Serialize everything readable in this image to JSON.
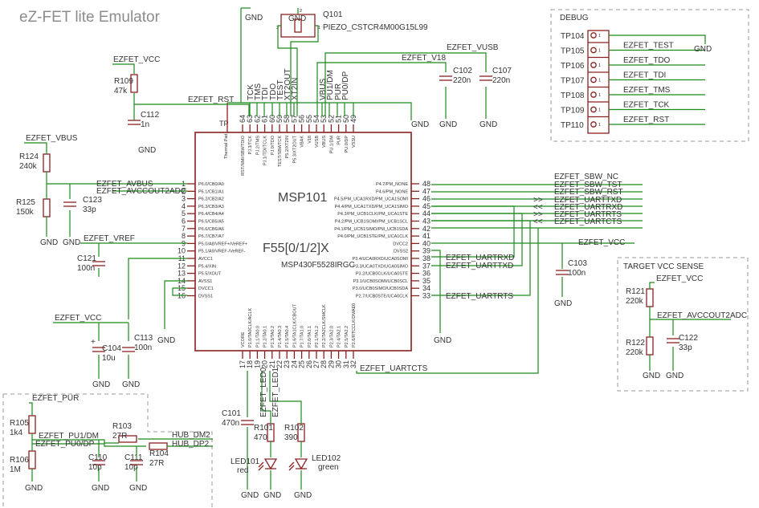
{
  "title": "eZ-FET lite Emulator",
  "colors": {
    "wire": "#1a8a1a",
    "component": "#8a2020",
    "text": "#333333",
    "frame": "#999999"
  },
  "mcu": {
    "name": "MSP101",
    "family": "F55[0/1/2]X",
    "part": "MSP430F5528IRGC",
    "thermal_pad": "TP",
    "thermal_pad_label": "Thermal Pad",
    "top_pins": [
      {
        "num": "64",
        "fn": "RST/NMI/SBWTDIO"
      },
      {
        "num": "63",
        "fn": "PJ.3/TCK"
      },
      {
        "num": "62",
        "fn": "PJ.2/TMS"
      },
      {
        "num": "61",
        "fn": "PJ.1/TDI/TCLK"
      },
      {
        "num": "60",
        "fn": "PJ.0/TDO"
      },
      {
        "num": "59",
        "fn": "TEST/SBWTCK"
      },
      {
        "num": "58",
        "fn": "P5.2/XT2IN"
      },
      {
        "num": "57",
        "fn": "P5.3/XT2OUT"
      },
      {
        "num": "56",
        "fn": "VBAK"
      },
      {
        "num": "55",
        "fn": "V18"
      },
      {
        "num": "54",
        "fn": "VUSB"
      },
      {
        "num": "53",
        "fn": "VBUS"
      },
      {
        "num": "52",
        "fn": "PU.1/DM"
      },
      {
        "num": "51",
        "fn": "PUR"
      },
      {
        "num": "50",
        "fn": "PU.0/DP"
      },
      {
        "num": "49",
        "fn": "VSSU"
      }
    ],
    "left_pins": [
      {
        "num": "1",
        "fn": "P6.0/CB0/A0"
      },
      {
        "num": "2",
        "fn": "P6.1/CB1/A1"
      },
      {
        "num": "3",
        "fn": "P6.2/CB2/A2"
      },
      {
        "num": "4",
        "fn": "P6.3/CB3/A3"
      },
      {
        "num": "5",
        "fn": "P6.4/CB4/A4"
      },
      {
        "num": "6",
        "fn": "P6.5/CB5/A5"
      },
      {
        "num": "7",
        "fn": "P6.6/CB6/A6"
      },
      {
        "num": "8",
        "fn": "P6.7/CB7/A7"
      },
      {
        "num": "9",
        "fn": "P5.0/A8/VREF+/VeREF+"
      },
      {
        "num": "10",
        "fn": "P5.1/A9/VREF-/VeREF-"
      },
      {
        "num": "11",
        "fn": "AVCC1"
      },
      {
        "num": "12",
        "fn": "P5.4/XIN"
      },
      {
        "num": "13",
        "fn": "P5.5/XOUT"
      },
      {
        "num": "14",
        "fn": "AVSS1"
      },
      {
        "num": "15",
        "fn": "DVCC1"
      },
      {
        "num": "16",
        "fn": "DVSS1"
      }
    ],
    "right_pins": [
      {
        "num": "48",
        "fn": "P4.7/PM_NONE"
      },
      {
        "num": "47",
        "fn": "P4.6/PM_NONE"
      },
      {
        "num": "46",
        "fn": "P4.5/PM_UCA1RXD/PM_UCA1SOMI"
      },
      {
        "num": "45",
        "fn": "P4.4/PM_UCA1TXD/PM_UCA1SIMO"
      },
      {
        "num": "44",
        "fn": "P4.3/PM_UCB1CLK/PM_UCA1STE"
      },
      {
        "num": "43",
        "fn": "P4.2/PM_UCB1SOMI/PM_UCB1SCL"
      },
      {
        "num": "42",
        "fn": "P4.1/PM_UCB1SIMO/PM_UCB1SDA"
      },
      {
        "num": "41",
        "fn": "P4.0/PM_UCB1STE/PM_UCA1CLK"
      },
      {
        "num": "40",
        "fn": "DVCC2"
      },
      {
        "num": "39",
        "fn": "DVSS2"
      },
      {
        "num": "38",
        "fn": "P3.4/UCA0RXD/UCA0SOMI"
      },
      {
        "num": "37",
        "fn": "P3.3/UCA0TXD/UCA0SIMO"
      },
      {
        "num": "36",
        "fn": "P3.2/UCB0CLK/UCA0STE"
      },
      {
        "num": "35",
        "fn": "P3.1/UCB0SOMI/UCB0SCL"
      },
      {
        "num": "34",
        "fn": "P3.0/UCB0SIMO/UCB0SDA"
      },
      {
        "num": "33",
        "fn": "P2.7/UCB0STE/UCA0CLK"
      }
    ],
    "bottom_pins": [
      {
        "num": "17",
        "fn": "VCORE"
      },
      {
        "num": "18",
        "fn": "P1.0/TA0CLK/ACLK"
      },
      {
        "num": "19",
        "fn": "P1.1/TA0.0"
      },
      {
        "num": "20",
        "fn": "P1.2/TA0.1"
      },
      {
        "num": "21",
        "fn": "P1.3/TA0.2"
      },
      {
        "num": "22",
        "fn": "P1.4/TA0.3"
      },
      {
        "num": "23",
        "fn": "P1.5/TA0.4"
      },
      {
        "num": "24",
        "fn": "P1.6/TA1CLK/CBOUT"
      },
      {
        "num": "25",
        "fn": "P1.7/TA1.0"
      },
      {
        "num": "26",
        "fn": "P2.0/TA1.1"
      },
      {
        "num": "27",
        "fn": "P2.1/TA1.2"
      },
      {
        "num": "28",
        "fn": "P2.2/TA2CLK/SMCLK"
      },
      {
        "num": "29",
        "fn": "P2.3/TA2.0"
      },
      {
        "num": "30",
        "fn": "P2.4/TA2.1"
      },
      {
        "num": "31",
        "fn": "P2.5/TA2.2"
      },
      {
        "num": "32",
        "fn": "P2.6/RTCCLK/DMAE0"
      }
    ]
  },
  "top_nets": [
    "TCK",
    "TMS",
    "TDI",
    "TDO",
    "TEST",
    "XT2OUT",
    "XT2IN",
    "VBUS",
    "PU1/DM",
    "PUR",
    "PU0/DP"
  ],
  "crystal": {
    "ref": "Q101",
    "part": "PIEZO_CSTCR4M00G15L99",
    "pin1": "1",
    "pin2": "2",
    "pin3": "3"
  },
  "nets": {
    "vcc": "EZFET_VCC",
    "vbus": "EZFET_VBUS",
    "rst": "EZFET_RST",
    "vusb": "EZFET_VUSB",
    "v18": "EZFET_V18",
    "avbus": "EZFET_AVBUS",
    "avccout": "EZFET_AVCCOUT2ADC",
    "vref": "EZFET_VREF",
    "test": "EZFET_TEST",
    "tdo": "EZFET_TDO",
    "tdi": "EZFET_TDI",
    "tms": "EZFET_TMS",
    "tck": "EZFET_TCK",
    "sbw_nc": "EZFET_SBW_NC",
    "sbw_tst": "EZFET_SBW_TST",
    "sbw_rst": "EZFET_SBW_RST",
    "uarttxd": "EZFET_UARTTXD",
    "uartrxd": "EZFET_UARTRXD",
    "uartrts": "EZFET_UARTRTS",
    "uartcts": "EZFET_UARTCTS",
    "led0": "EZFET_LED0",
    "led1": "EZFET_LED1",
    "pur": "EZFET_PUR",
    "pu1dm": "EZFET_PU1/DM",
    "pu0dp": "EZFET_PU0/DP",
    "hub_dm2": "HUB_DM2",
    "hub_dp2": "HUB_DP2",
    "gnd": "GND"
  },
  "arrows": {
    "out": ">>",
    "in": "<<"
  },
  "debug": {
    "title": "DEBUG",
    "rows": [
      {
        "tp": "TP104",
        "pin": "1",
        "net": ""
      },
      {
        "tp": "TP105",
        "pin": "1",
        "net": "EZFET_TEST"
      },
      {
        "tp": "TP106",
        "pin": "1",
        "net": "EZFET_TDO"
      },
      {
        "tp": "TP107",
        "pin": "1",
        "net": "EZFET_TDI"
      },
      {
        "tp": "TP108",
        "pin": "1",
        "net": "EZFET_TMS"
      },
      {
        "tp": "TP109",
        "pin": "1",
        "net": "EZFET_TCK"
      },
      {
        "tp": "TP110",
        "pin": "1",
        "net": "EZFET_RST"
      }
    ]
  },
  "target_sense": {
    "title": "TARGET VCC SENSE"
  },
  "components": {
    "R109": {
      "ref": "R109",
      "val": "47k"
    },
    "C112": {
      "ref": "C112",
      "val": "1n"
    },
    "R124": {
      "ref": "R124",
      "val": "240k"
    },
    "R125": {
      "ref": "R125",
      "val": "150k"
    },
    "C123": {
      "ref": "C123",
      "val": "33p"
    },
    "C121": {
      "ref": "C121",
      "val": "100n"
    },
    "C104": {
      "ref": "C104",
      "val": "10u",
      "plus": "+"
    },
    "C113": {
      "ref": "C113",
      "val": "100n"
    },
    "C102": {
      "ref": "C102",
      "val": "220n"
    },
    "C107": {
      "ref": "C107",
      "val": "220n"
    },
    "C103": {
      "ref": "C103",
      "val": "100n"
    },
    "R121": {
      "ref": "R121",
      "val": "220k"
    },
    "R122": {
      "ref": "R122",
      "val": "220k"
    },
    "C122": {
      "ref": "C122",
      "val": "33p"
    },
    "C101": {
      "ref": "C101",
      "val": "470n"
    },
    "R101": {
      "ref": "R101",
      "val": "470"
    },
    "R102": {
      "ref": "R102",
      "val": "390"
    },
    "LED101": {
      "ref": "LED101",
      "val": "red"
    },
    "LED102": {
      "ref": "LED102",
      "val": "green"
    },
    "R105": {
      "ref": "R105",
      "val": "1k4"
    },
    "R106": {
      "ref": "R106",
      "val": "1M"
    },
    "R103": {
      "ref": "R103",
      "val": "27R"
    },
    "R104": {
      "ref": "R104",
      "val": "27R"
    },
    "C110": {
      "ref": "C110",
      "val": "10p"
    },
    "C111": {
      "ref": "C111",
      "val": "10p"
    }
  }
}
